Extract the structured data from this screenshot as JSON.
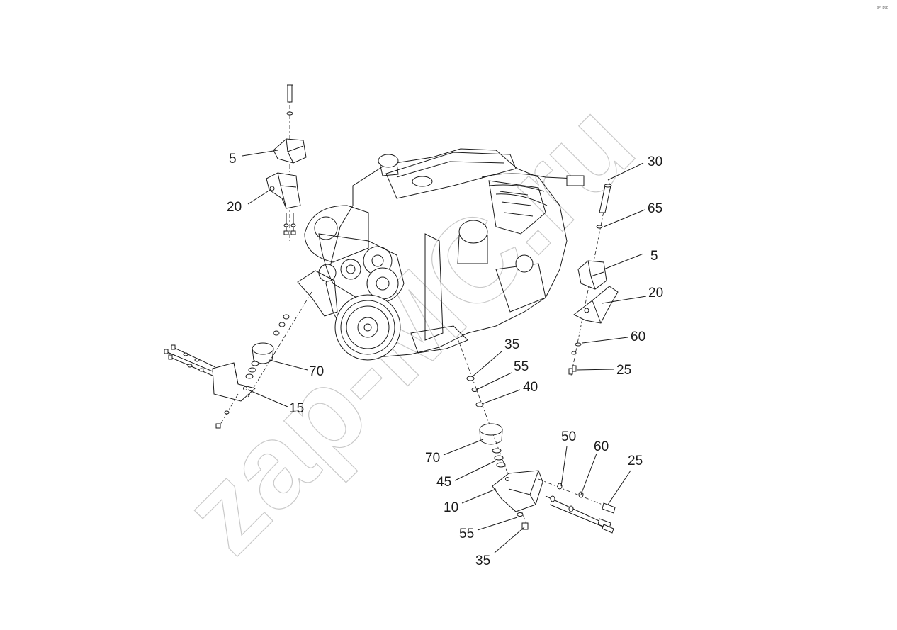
{
  "corner_mark": "s²⁰ b6b",
  "watermark": "zap-MC.ru",
  "callouts": [
    {
      "id": "c-5-left",
      "label": "5"
    },
    {
      "id": "c-20-left",
      "label": "20"
    },
    {
      "id": "c-30",
      "label": "30"
    },
    {
      "id": "c-65",
      "label": "65"
    },
    {
      "id": "c-5-right",
      "label": "5"
    },
    {
      "id": "c-20-right",
      "label": "20"
    },
    {
      "id": "c-60-right",
      "label": "60"
    },
    {
      "id": "c-25-right",
      "label": "25"
    },
    {
      "id": "c-35-upper",
      "label": "35"
    },
    {
      "id": "c-55-upper",
      "label": "55"
    },
    {
      "id": "c-40",
      "label": "40"
    },
    {
      "id": "c-70-left",
      "label": "70"
    },
    {
      "id": "c-15",
      "label": "15"
    },
    {
      "id": "c-70-lower",
      "label": "70"
    },
    {
      "id": "c-45",
      "label": "45"
    },
    {
      "id": "c-10",
      "label": "10"
    },
    {
      "id": "c-50",
      "label": "50"
    },
    {
      "id": "c-60-lower",
      "label": "60"
    },
    {
      "id": "c-25-lower",
      "label": "25"
    },
    {
      "id": "c-55-lower",
      "label": "55"
    },
    {
      "id": "c-35-lower",
      "label": "35"
    }
  ]
}
